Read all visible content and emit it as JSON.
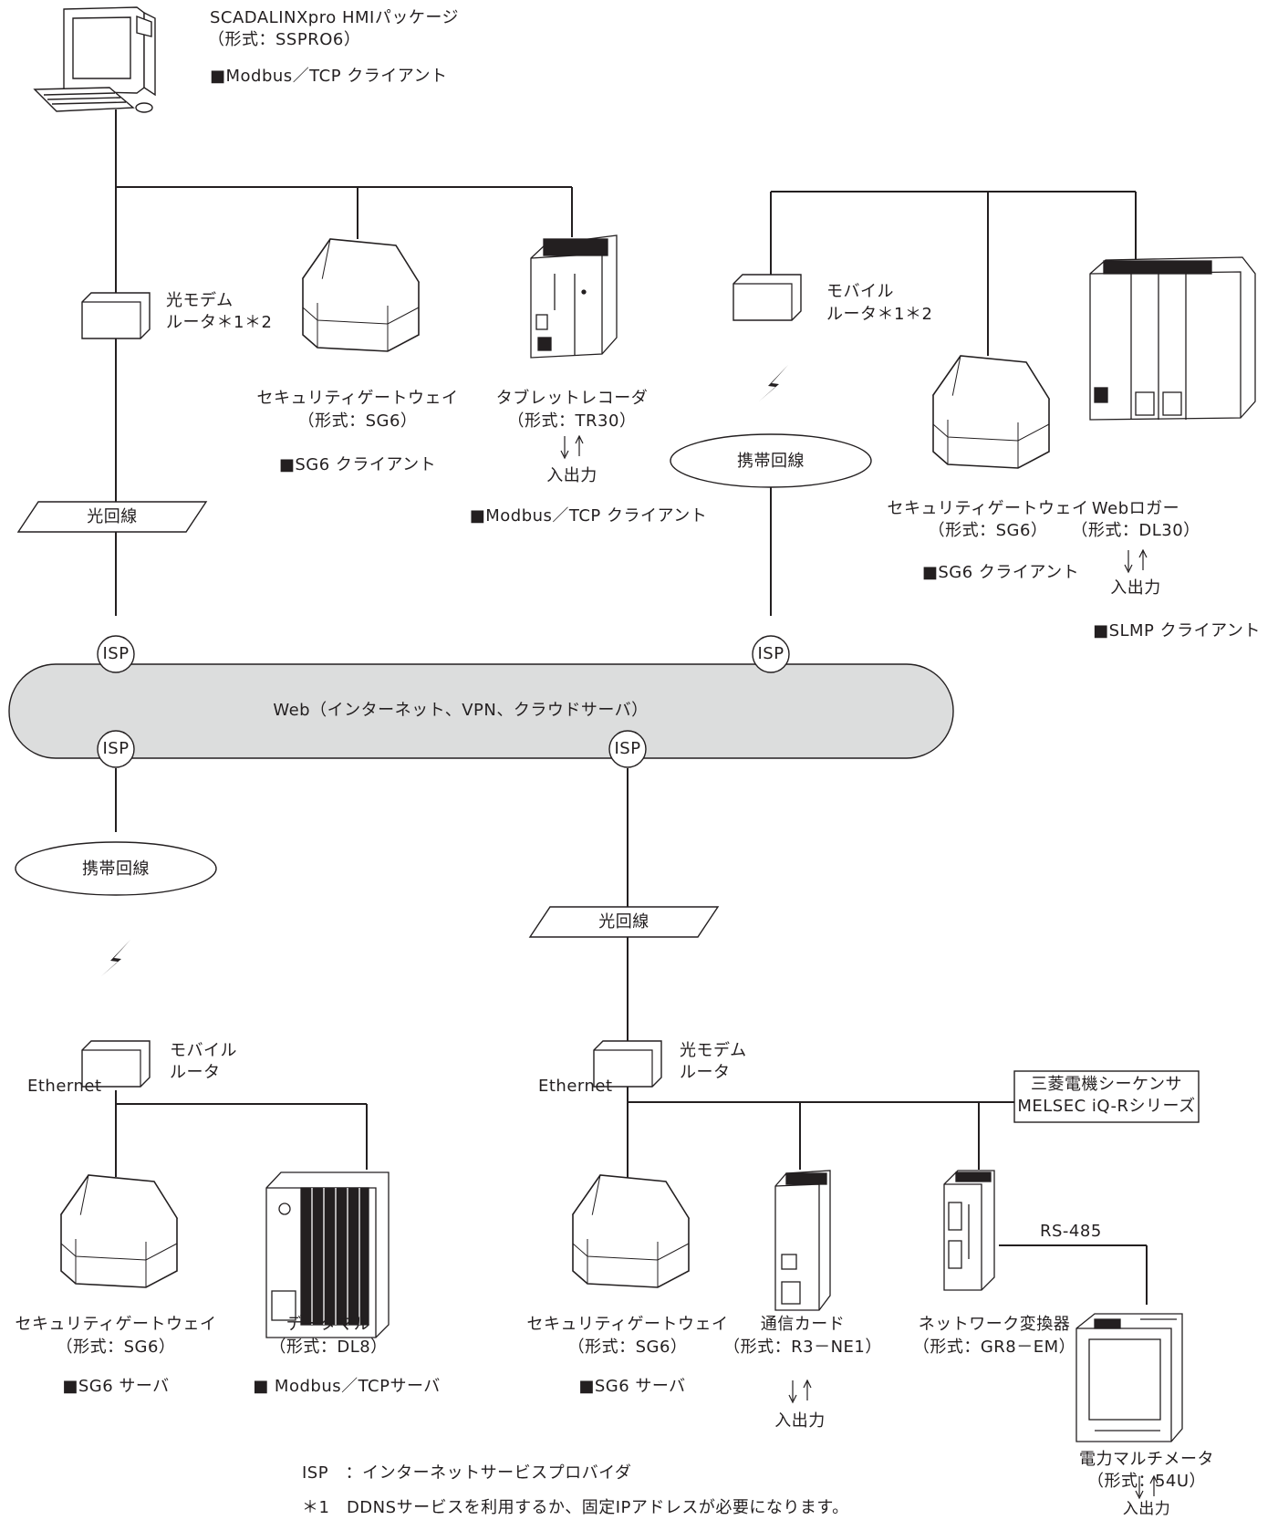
{
  "hmi": {
    "title": "SCADALINXpro HMIパッケージ",
    "model": "（形式：SSPRO6）",
    "role": "■Modbus／TCP クライアント"
  },
  "top_left": {
    "router_label_1": "光モデム",
    "router_label_2": "ルータ＊1＊2",
    "line_label": "光回線",
    "sg6_name": "セキュリティゲートウェイ",
    "sg6_model": "（形式：SG6）",
    "sg6_role": "■SG6 クライアント",
    "tr30_name": "タブレットレコーダ",
    "tr30_model": "（形式：TR30）",
    "tr30_io": "入出力",
    "tr30_role": "■Modbus／TCP クライアント"
  },
  "top_right": {
    "router_label_1": "モバイル",
    "router_label_2": "ルータ＊1＊2",
    "line_label": "携帯回線",
    "sg6_name": "セキュリティゲートウェイ",
    "sg6_model": "（形式：SG6）",
    "sg6_role": "■SG6 クライアント",
    "dl30_name": "Webロガー",
    "dl30_model": "（形式：DL30）",
    "dl30_io": "入出力",
    "dl30_role": "■SLMP クライアント"
  },
  "cloud": {
    "label": "Web（インターネット、VPN、クラウドサーバ）",
    "isp": "ISP"
  },
  "bottom_left": {
    "line_label": "携帯回線",
    "router_label_1": "モバイル",
    "router_label_2": "ルータ",
    "ethernet": "Ethernet",
    "sg6_name": "セキュリティゲートウェイ",
    "sg6_model": "（形式：SG6）",
    "sg6_role": "■SG6 サーバ",
    "dl8_name": "データマル",
    "dl8_model": "（形式：DL8）",
    "dl8_role": "■ Modbus／TCPサーバ"
  },
  "bottom_right": {
    "line_label": "光回線",
    "router_label_1": "光モデム",
    "router_label_2": "ルータ",
    "ethernet": "Ethernet",
    "plc_line1": "三菱電機シーケンサ",
    "plc_line2": "MELSEC iQ-Rシリーズ",
    "sg6_name": "セキュリティゲートウェイ",
    "sg6_model": "（形式：SG6）",
    "sg6_role": "■SG6 サーバ",
    "r3_name": "通信カード",
    "r3_model": "（形式：R3－NE1）",
    "r3_io": "入出力",
    "gr8_name": "ネットワーク変換器",
    "gr8_model": "（形式：GR8－EM）",
    "rs485": "RS-485",
    "meter_name": "電力マルチメータ",
    "meter_model": "（形式：54U）",
    "meter_io": "入出力"
  },
  "notes": {
    "isp_note": "ISP　：インターネットサービスプロバイダ",
    "note1": "＊1　DDNSサービスを利用するか、固定IPアドレスが必要になります。"
  }
}
